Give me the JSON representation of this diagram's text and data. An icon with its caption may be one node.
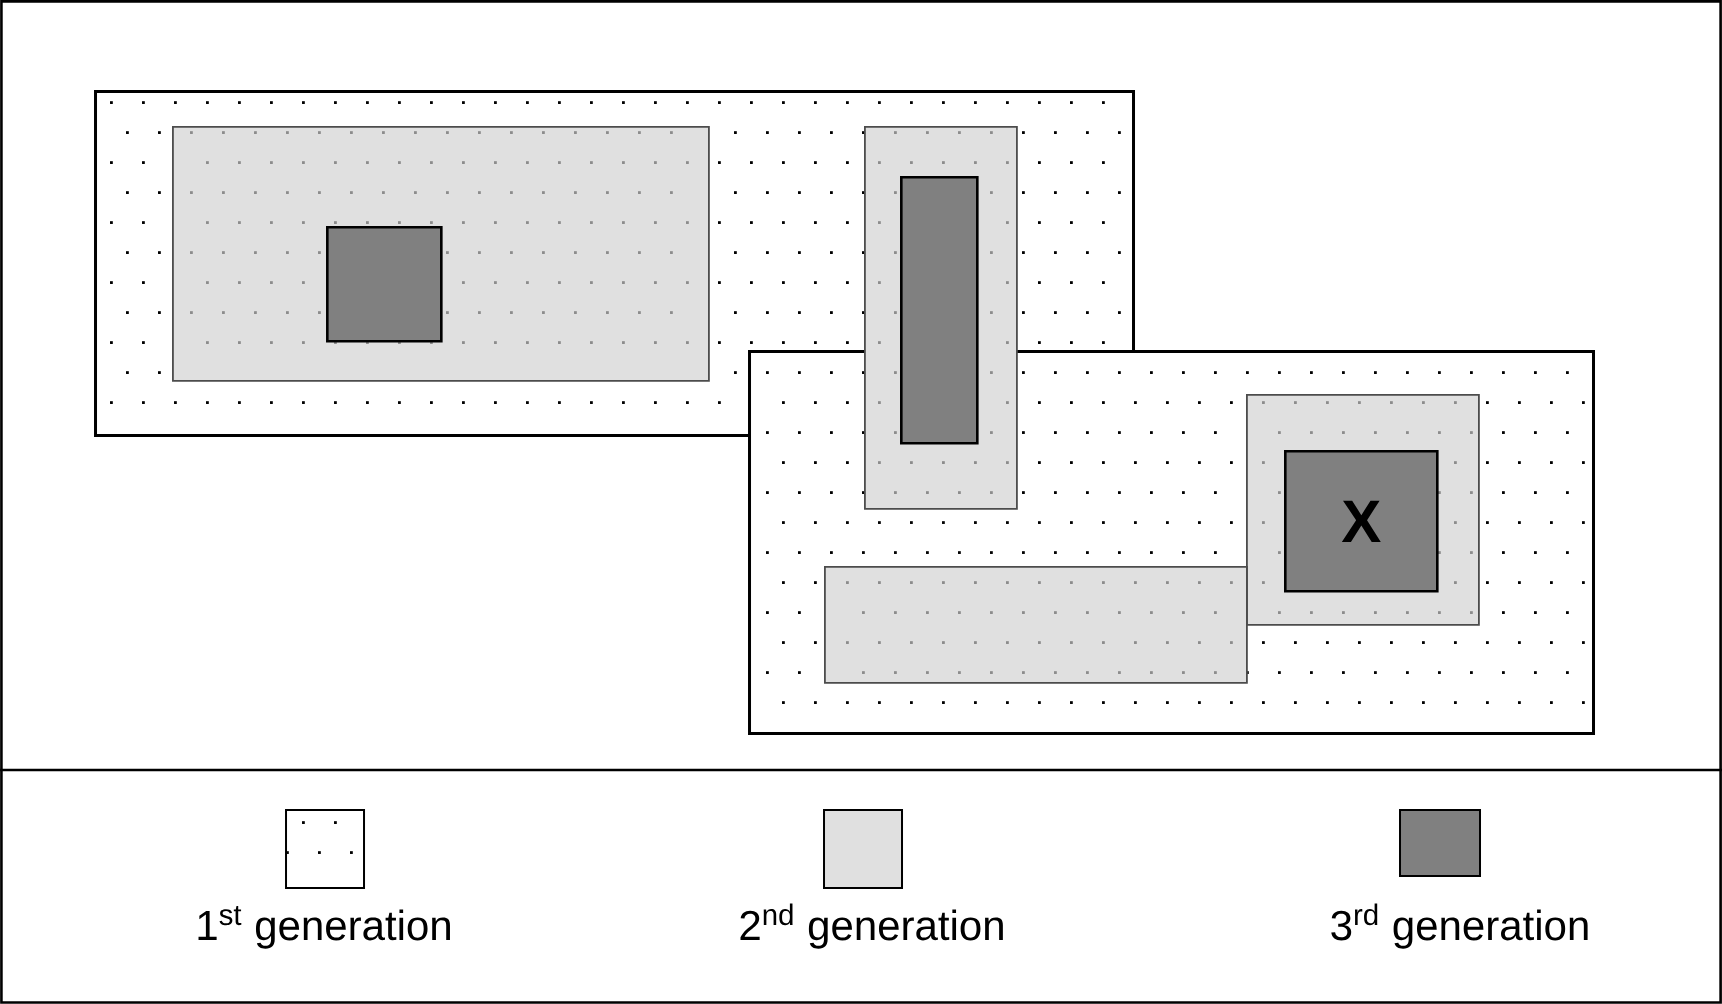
{
  "diagram": {
    "nodes": [
      {
        "text": [],
        "shape": "box"
      },
      {
        "text": [],
        "shape": "box",
        "in": 0
      },
      {
        "text": [],
        "shape": "box",
        "in": 1
      },
      {
        "text": [],
        "shape": "box"
      },
      {
        "text": [],
        "shape": "box"
      },
      {
        "text": [],
        "shape": "box",
        "in": 4
      },
      {
        "text": [],
        "shape": "box",
        "in": 3
      },
      {
        "text": [
          "X"
        ],
        "in": 6
      },
      {
        "text": [],
        "shape": "box",
        "in": 3
      }
    ],
    "legend": [
      {
        "text": "1$^{st}$ generation"
      },
      {
        "text": "2$^{nd}$ generation",
        "color": "#e0e0e0"
      },
      {
        "text": "3$^{rd}$ generation",
        "color": "#808080"
      }
    ]
  }
}
